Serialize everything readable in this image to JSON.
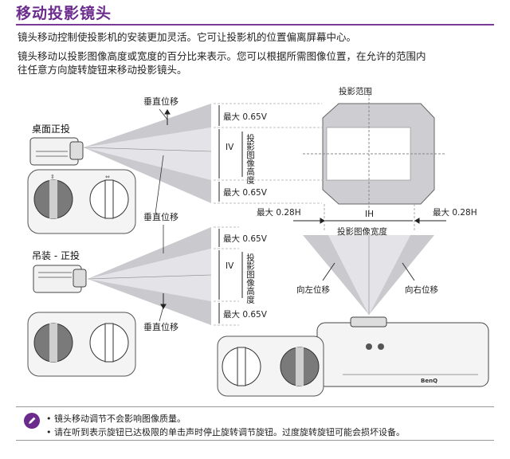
{
  "title": "移动投影镜头",
  "intro": "镜头移动控制使投影机的安装更加灵活。它可让投影机的位置偏离屏幕中心。",
  "para2_line1": "镜头移动以投影图像高度或宽度的百分比来表示。您可以根据所需图像位置，在允许的范围内",
  "para2_line2": "往任意方向旋转旋钮来移动投影镜头。",
  "diagram": {
    "desk_label": "桌面正投",
    "ceiling_label": "吊装 - 正投",
    "vshift_top": "垂直位移",
    "vshift_mid": "垂直位移",
    "vshift_bottom": "垂直位移",
    "max_v_1": "最大 0.65V",
    "max_v_2": "最大 0.65V",
    "max_v_3": "最大 0.65V",
    "max_v_4": "最大 0.65V",
    "v_label_1": "IV",
    "v_label_2": "IV",
    "height_label_1": "投影图像高度",
    "height_label_2": "投影图像高度",
    "screen_label": "投影范围",
    "max_h_left": "最大 0.28H",
    "max_h_right": "最大 0.28H",
    "h_label": "IH",
    "width_label": "投影图像宽度",
    "shift_left": "向左位移",
    "shift_right": "向右位移",
    "brand": "BenQ"
  },
  "notes": [
    "• 镜头移动调节不会影响图像质量。",
    "• 请在听到表示旋钮已达极限的单击声时停止旋转调节旋钮。过度旋转旋钮可能会损坏设备。"
  ],
  "colors": {
    "accent": "#6b2b8c",
    "cone": "#c7c7cc",
    "screen": "#cdcdd2"
  }
}
